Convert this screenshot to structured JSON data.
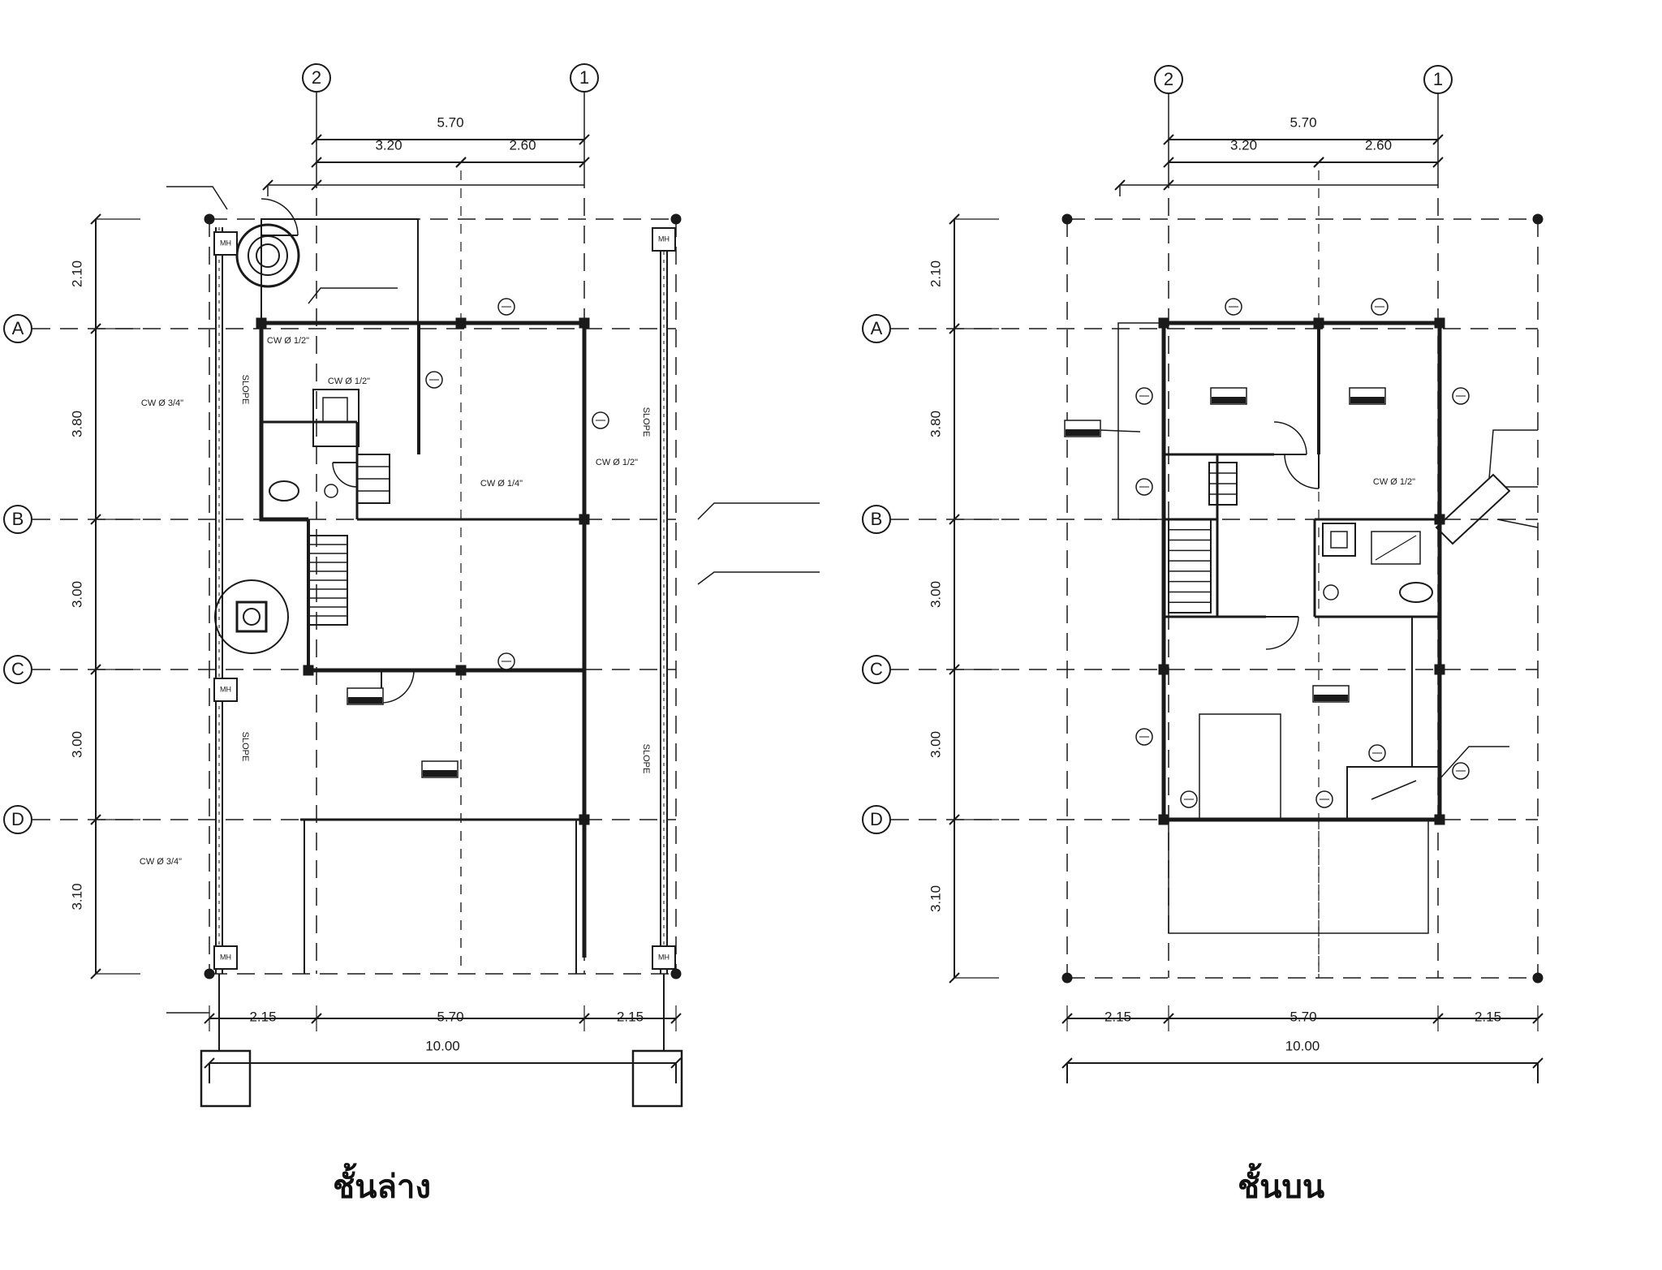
{
  "plans": [
    {
      "id": "ground",
      "caption": "ชั้นล่าง",
      "col_bubbles": [
        "2",
        "1"
      ],
      "row_bubbles": [
        "A",
        "B",
        "C",
        "D"
      ],
      "dim_top_total": "5.70",
      "dim_top_parts": [
        "3.20",
        "2.60"
      ],
      "dim_left": [
        "2.10",
        "3.80",
        "3.00",
        "3.00",
        "3.10"
      ],
      "dim_bottom_parts": [
        "2.15",
        "5.70",
        "2.15"
      ],
      "dim_bottom_total": "10.00",
      "labels": {
        "cw_half_1": "CW Ø 1/2\"",
        "cw_half_2": "CW Ø 1/2\"",
        "cw_half_3": "CW Ø 1/2\"",
        "cw_34_1": "CW Ø 3/4\"",
        "cw_34_2": "CW Ø 3/4\"",
        "cw_14": "CW Ø 1/4\"",
        "slope_1": "SLOPE",
        "slope_2": "SLOPE",
        "slope_3": "SLOPE",
        "slope_4": "SLOPE",
        "mh_1": "MH",
        "mh_2": "MH",
        "mh_3": "MH",
        "mh_4": "MH",
        "mh_5": "MH"
      }
    },
    {
      "id": "upper",
      "caption": "ชั้นบน",
      "col_bubbles": [
        "2",
        "1"
      ],
      "row_bubbles": [
        "A",
        "B",
        "C",
        "D"
      ],
      "dim_top_total": "5.70",
      "dim_top_parts": [
        "3.20",
        "2.60"
      ],
      "dim_left": [
        "2.10",
        "3.80",
        "3.00",
        "3.00",
        "3.10"
      ],
      "dim_bottom_parts": [
        "2.15",
        "5.70",
        "2.15"
      ],
      "dim_bottom_total": "10.00",
      "labels": {
        "cw_half": "CW Ø 1/2\""
      }
    }
  ],
  "colors": {
    "ink": "#1a1a1a",
    "paper": "#ffffff"
  }
}
